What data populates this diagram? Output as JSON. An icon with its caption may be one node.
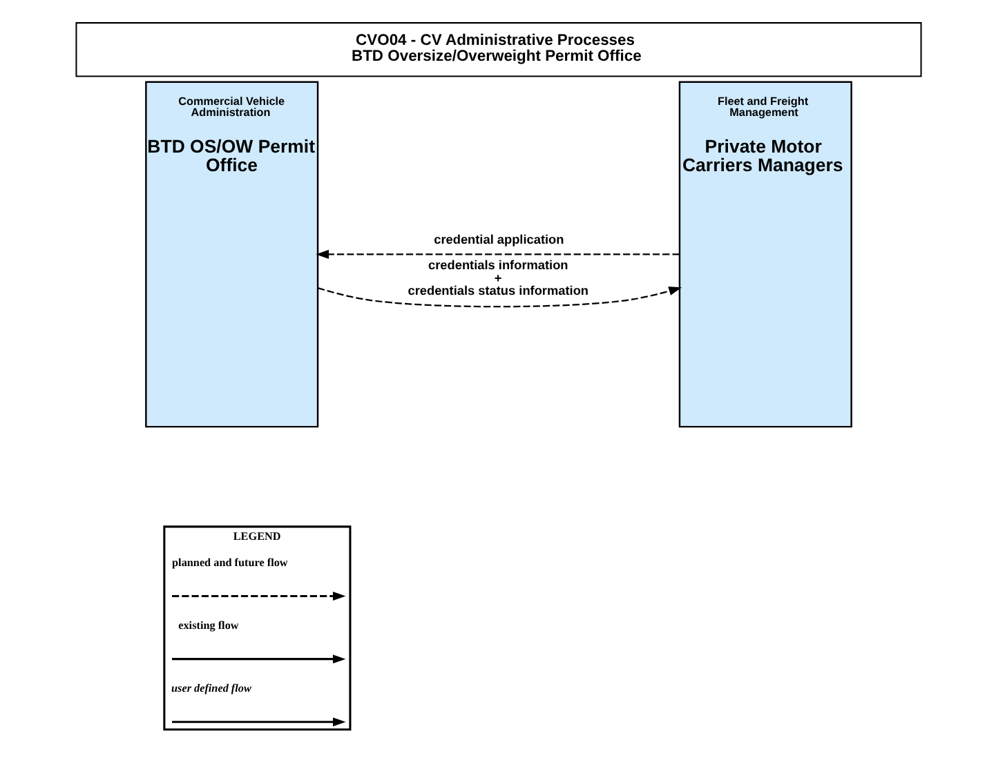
{
  "diagram": {
    "title": "CVO04 - CV Administrative Processes BTD Oversize/Overweight Permit Office",
    "nodes": [
      {
        "text": [
          "Commercial Vehicle Administration",
          "BTD OS/OW Permit Office"
        ]
      },
      {
        "text": [
          "Fleet and Freight Management",
          "Private Motor Carriers Managers"
        ]
      },
      {
        "text": [
          "LEGEND"
        ]
      }
    ],
    "edges": [
      {
        "from": 1,
        "to": 0,
        "arrow": "to",
        "label": "credential application",
        "style": "dashed"
      },
      {
        "from": 0,
        "to": 1,
        "arrow": "to",
        "label": "credentials information + credentials status information",
        "style": "dashed"
      }
    ],
    "legend": [
      {
        "text": "planned and future flow"
      },
      {
        "text": "existing flow"
      },
      {
        "text": "user defined flow"
      }
    ]
  }
}
